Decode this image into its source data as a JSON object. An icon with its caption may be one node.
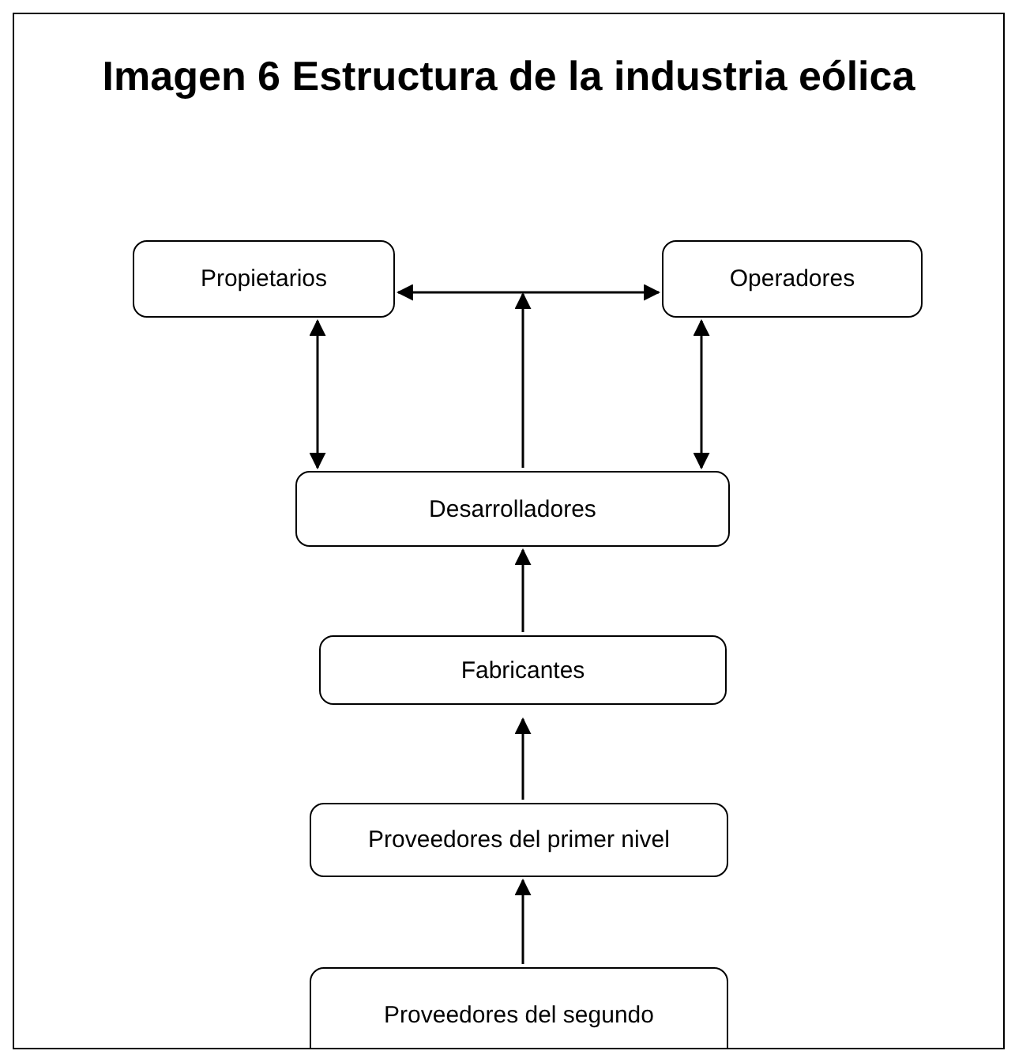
{
  "diagram": {
    "title": "Imagen 6 Estructura de la industria eólica",
    "nodes": [
      {
        "text": [
          "Propietarios"
        ]
      },
      {
        "text": [
          "Operadores"
        ]
      },
      {
        "text": [
          "Desarrolladores"
        ]
      },
      {
        "text": [
          "Fabricantes"
        ]
      },
      {
        "text": [
          "Proveedores del primer nivel"
        ]
      },
      {
        "text": [
          "Proveedores del segundo"
        ]
      }
    ],
    "edges": [
      {
        "from": 0,
        "to": 1,
        "arrow": "both"
      },
      {
        "from": 2,
        "to": null,
        "arrow": "to"
      },
      {
        "from": 0,
        "to": 2,
        "arrow": "both"
      },
      {
        "from": 1,
        "to": 2,
        "arrow": "both"
      },
      {
        "from": 3,
        "to": 2,
        "arrow": "to"
      },
      {
        "from": 4,
        "to": 3,
        "arrow": "to"
      },
      {
        "from": 5,
        "to": 4,
        "arrow": "to"
      }
    ]
  }
}
